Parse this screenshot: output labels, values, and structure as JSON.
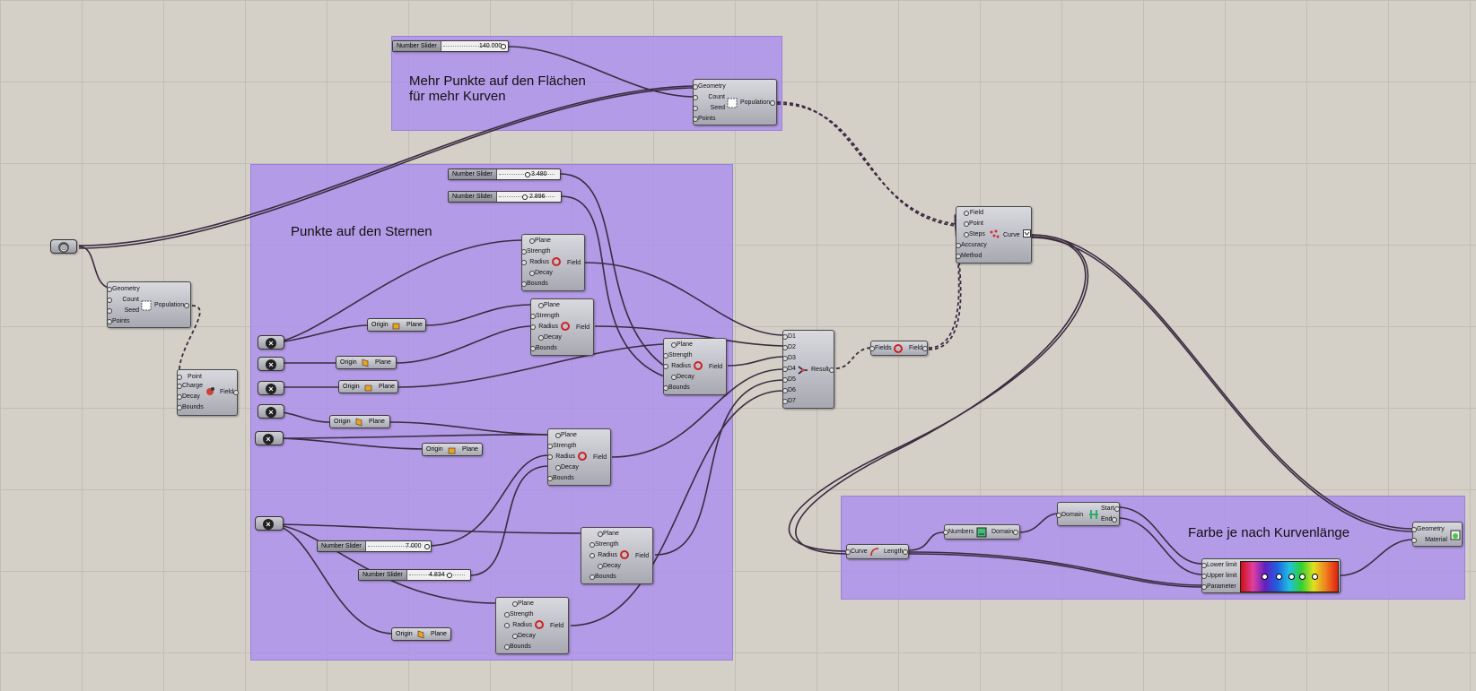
{
  "groups": {
    "top": {
      "title_line1": "Mehr Punkte auf den Flächen",
      "title_line2": "für mehr Kurven"
    },
    "stars": {
      "title": "Punkte auf den Sternen"
    },
    "color": {
      "title": "Farbe je nach Kurvenlänge"
    }
  },
  "sliders": {
    "s1": {
      "label": "Number Slider",
      "value": "140.000"
    },
    "s2": {
      "label": "Number Slider",
      "value": "3.480"
    },
    "s3": {
      "label": "Number Slider",
      "value": "2.896"
    },
    "s4": {
      "label": "Number Slider",
      "value": "7.000"
    },
    "s5": {
      "label": "Number Slider",
      "value": "4.834"
    }
  },
  "population": {
    "inputs": [
      "Geometry",
      "Count",
      "Seed",
      "Points"
    ],
    "output": "Population"
  },
  "point_charge": {
    "inputs": [
      "Point",
      "Charge",
      "Decay",
      "Bounds"
    ],
    "output": "Field"
  },
  "spin_force": {
    "inputs": [
      "Plane",
      "Strength",
      "Radius",
      "Decay",
      "Bounds"
    ],
    "output": "Field"
  },
  "xz_plane": {
    "input": "Origin",
    "output": "Plane"
  },
  "merge": {
    "inputs": [
      "D1",
      "D2",
      "D3",
      "D4",
      "D5",
      "D6",
      "D7"
    ],
    "output": "Result"
  },
  "merge_fields": {
    "input": "Fields",
    "output": "Field"
  },
  "field_line": {
    "inputs": [
      "Field",
      "Point",
      "Steps",
      "Accuracy",
      "Method"
    ],
    "output": "Curve"
  },
  "length": {
    "input": "Curve",
    "output": "Length"
  },
  "bounds": {
    "input": "Numbers",
    "output": "Domain"
  },
  "deconstruct": {
    "input": "Domain",
    "outputs": [
      "Start",
      "End"
    ]
  },
  "gradient": {
    "inputs": [
      "Lower limit",
      "Upper limit",
      "Parameter"
    ]
  },
  "preview": {
    "inputs": [
      "Geometry",
      "Material"
    ]
  },
  "colors": {
    "group": "#a98cf0",
    "wire": "#3a2c40",
    "node": "#b4b4bc"
  }
}
